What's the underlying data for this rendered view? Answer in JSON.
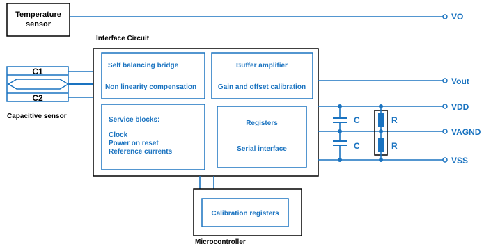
{
  "temperature_sensor": {
    "line1": "Temperature",
    "line2": "sensor"
  },
  "interface_circuit": {
    "title": "Interface Circuit",
    "block1": {
      "line1": "Self balancing bridge",
      "line2": "Non linearity compensation"
    },
    "block2": {
      "line1": "Buffer amplifier",
      "line2": "Gain and offset calibration"
    },
    "block3": {
      "heading": "Service blocks:",
      "items": [
        "Clock",
        "Power on reset",
        "Reference currents"
      ]
    },
    "block4": {
      "line1": "Registers",
      "line2": "Serial interface"
    }
  },
  "capacitive_sensor": {
    "label": "Capacitive sensor",
    "c1": "C1",
    "c2": "C2"
  },
  "microcontroller": {
    "label": "Microcontroller",
    "block": "Calibration registers"
  },
  "terminals": {
    "vo": "VO",
    "vout": "Vout",
    "vdd": "VDD",
    "vagnd": "VAGND",
    "vss": "VSS"
  },
  "components": {
    "cap_top": "C",
    "cap_bottom": "C",
    "res_top": "R",
    "res_bottom": "R"
  },
  "colors": {
    "accent": "#1a73c0",
    "outline": "#000000"
  }
}
